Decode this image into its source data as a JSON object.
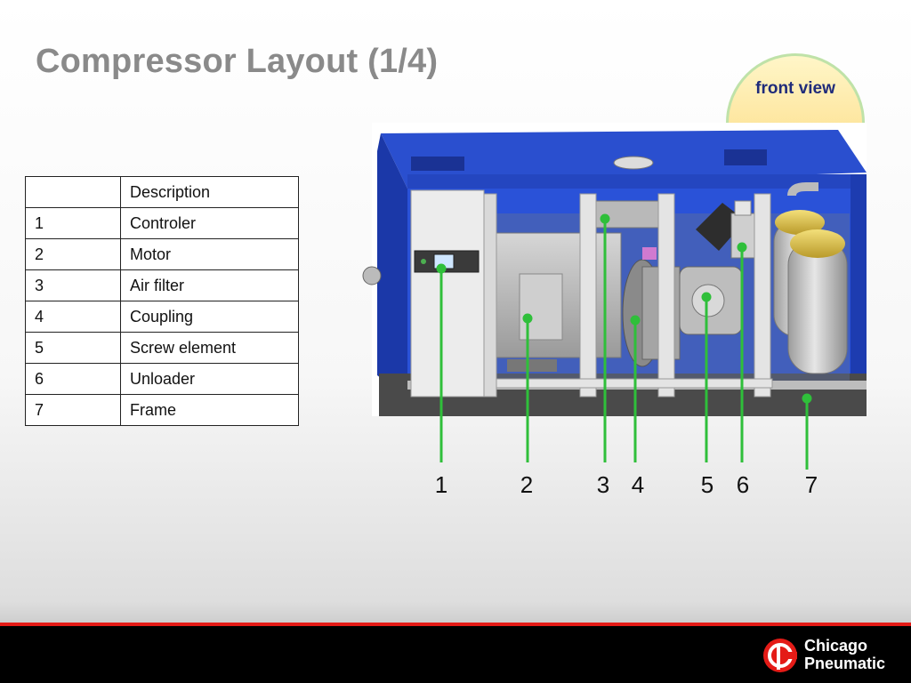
{
  "title": "Compressor Layout (1/4)",
  "view_badge": "front view",
  "table": {
    "header": [
      "",
      "Description"
    ],
    "rows": [
      [
        "1",
        "Controler"
      ],
      [
        "2",
        "Motor"
      ],
      [
        "3",
        "Air filter"
      ],
      [
        "4",
        "Coupling"
      ],
      [
        "5",
        "Screw element"
      ],
      [
        "6",
        "Unloader"
      ],
      [
        "7",
        "Frame"
      ]
    ]
  },
  "callouts": [
    "1",
    "2",
    "3",
    "4",
    "5",
    "6",
    "7"
  ],
  "colors": {
    "enclosure_blue": "#1f3fb8",
    "callout_green": "#2fbf3a",
    "footer_red": "#e41b17",
    "title_gray": "#8a8a8a"
  },
  "logo": {
    "line1": "Chicago",
    "line2": "Pneumatic"
  }
}
